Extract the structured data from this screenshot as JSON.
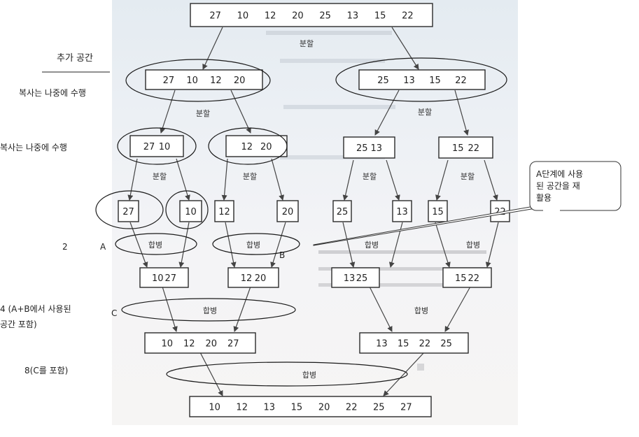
{
  "boxes": [
    {
      "id": "root",
      "values": [
        "27",
        "10",
        "12",
        "20",
        "25",
        "13",
        "15",
        "22"
      ]
    },
    {
      "id": "l1a",
      "values": [
        "27",
        "10",
        "12",
        "20"
      ]
    },
    {
      "id": "l1b",
      "values": [
        "25",
        "13",
        "15",
        "22"
      ]
    },
    {
      "id": "l2a",
      "values": [
        "27",
        "10"
      ]
    },
    {
      "id": "l2b",
      "values": [
        "12",
        "20"
      ]
    },
    {
      "id": "l2c",
      "values": [
        "25",
        "13"
      ]
    },
    {
      "id": "l2d",
      "values": [
        "15",
        "22"
      ]
    },
    {
      "id": "leaf1",
      "values": [
        "27"
      ]
    },
    {
      "id": "leaf2",
      "values": [
        "10"
      ]
    },
    {
      "id": "leaf3",
      "values": [
        "12"
      ]
    },
    {
      "id": "leaf4",
      "values": [
        "20"
      ]
    },
    {
      "id": "leaf5",
      "values": [
        "25"
      ]
    },
    {
      "id": "leaf6",
      "values": [
        "13"
      ]
    },
    {
      "id": "leaf7",
      "values": [
        "15"
      ]
    },
    {
      "id": "leaf8",
      "values": [
        "22"
      ]
    },
    {
      "id": "m1a",
      "values": [
        "10",
        "27"
      ]
    },
    {
      "id": "m1b",
      "values": [
        "12",
        "20"
      ]
    },
    {
      "id": "m1c",
      "values": [
        "13",
        "25"
      ]
    },
    {
      "id": "m1d",
      "values": [
        "15",
        "22"
      ]
    },
    {
      "id": "m2a",
      "values": [
        "10",
        "12",
        "20",
        "27"
      ]
    },
    {
      "id": "m2b",
      "values": [
        "13",
        "15",
        "22",
        "25"
      ]
    },
    {
      "id": "final",
      "values": [
        "10",
        "12",
        "13",
        "15",
        "20",
        "22",
        "25",
        "27"
      ]
    }
  ],
  "operations": {
    "split": "분할",
    "merge": "합병"
  },
  "annotations": {
    "extra_space_header": "추가 공간",
    "copy_later_1": "복사는 나중에 수행",
    "copy_later_2": "복사는 나중에 수행",
    "space_2": "2",
    "space_4_line1": "4 (A+B에서 사용된",
    "space_4_line2": "공간 포함)",
    "space_8": "8(C를 포함)",
    "label_a": "A",
    "label_b": "B",
    "label_c": "C",
    "callout_line1": "A단계에 사용",
    "callout_line2": "된 공간을 재",
    "callout_line3": "활용"
  }
}
